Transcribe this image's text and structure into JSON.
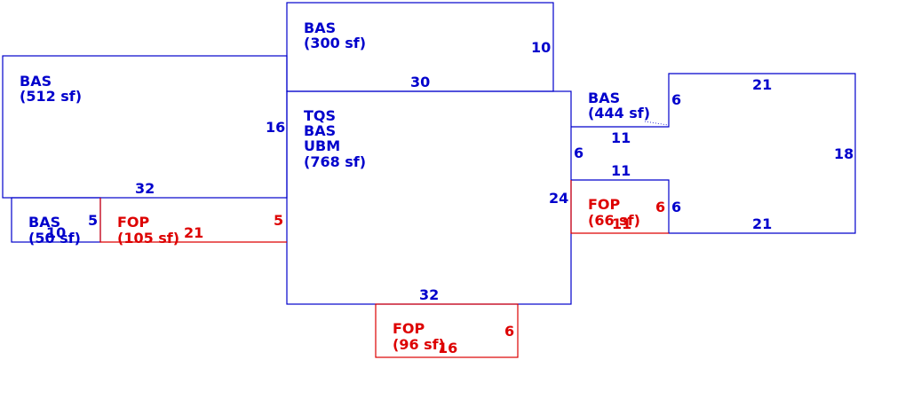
{
  "colors": {
    "living_area": "#0000cc",
    "porch": "#dd0000"
  },
  "areas": [
    {
      "id": "bas_300",
      "lines": [
        "BAS",
        "(300 sf)"
      ],
      "color": "blue"
    },
    {
      "id": "bas_512",
      "lines": [
        "BAS",
        "(512 sf)"
      ],
      "color": "blue"
    },
    {
      "id": "main_768",
      "lines": [
        "TQS",
        "BAS",
        "UBM",
        "(768 sf)"
      ],
      "color": "blue"
    },
    {
      "id": "bas_444",
      "lines": [
        "BAS",
        "(444 sf)"
      ],
      "color": "blue"
    },
    {
      "id": "bas_50",
      "lines": [
        "BAS",
        "(50 sf)"
      ],
      "color": "blue"
    },
    {
      "id": "fop_105",
      "lines": [
        "FOP",
        "(105 sf)"
      ],
      "color": "red"
    },
    {
      "id": "fop_66",
      "lines": [
        "FOP",
        "(66 sf)"
      ],
      "color": "red"
    },
    {
      "id": "fop_96",
      "lines": [
        "FOP",
        "(96 sf)"
      ],
      "color": "red"
    }
  ],
  "dimensions": {
    "bas_300_right": "10",
    "bas_300_bottom": "30",
    "bas_512_right": "16",
    "bas_512_bottom": "32",
    "main_right": "24",
    "main_bottom": "32",
    "bas_50_right": "5",
    "bas_50_bottom": "10",
    "fop_105_bottom": "21",
    "fop_105_right": "5",
    "wing_top_left": "6",
    "wing_top": "21",
    "wing_right": "18",
    "wing_bottom": "21",
    "wing_mid_top": "11",
    "wing_mid_bottom": "11",
    "wing_neck_left": "6",
    "fop_66_right_outer": "6",
    "fop_66_right_inner": "6",
    "fop_66_bottom": "11",
    "fop_96_right": "6",
    "fop_96_bottom": "16"
  }
}
